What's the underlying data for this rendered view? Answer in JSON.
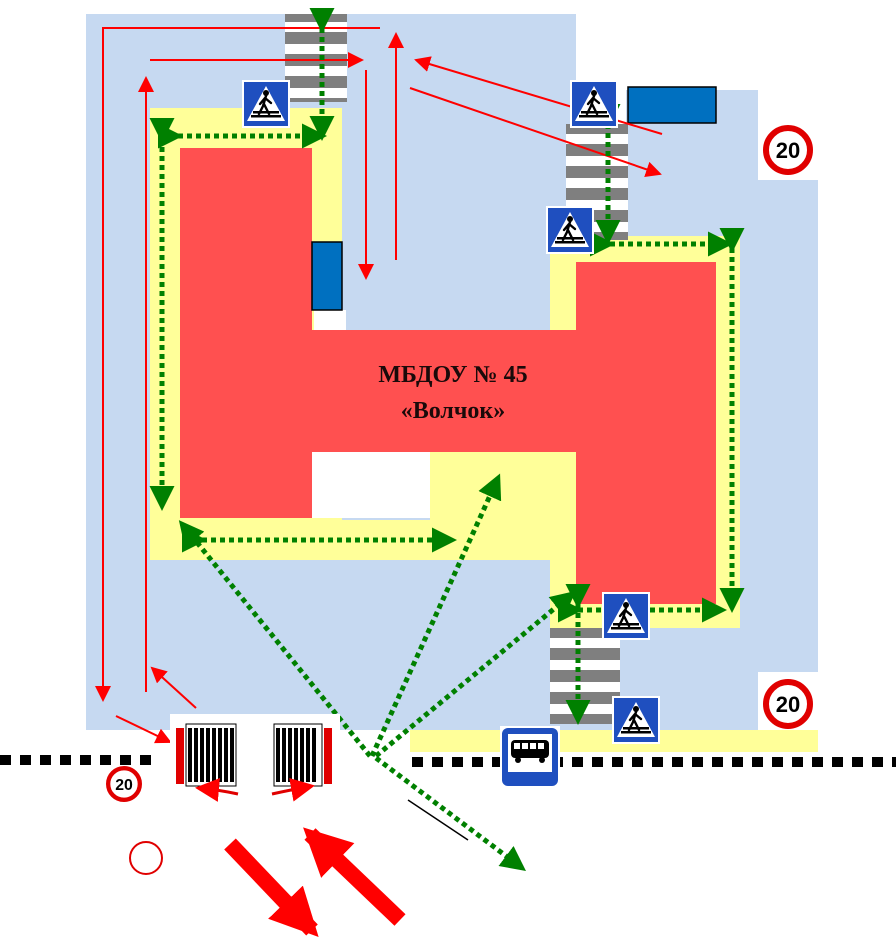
{
  "building": {
    "line1": "МБДОУ № 45",
    "line2": "«Волчок»"
  },
  "signs": {
    "speed_limit": "20"
  },
  "colors": {
    "territory": "#c6d9f1",
    "sidewalk": "#ffff99",
    "building": "#ff5050",
    "vehicle_path": "#ff0000",
    "pedestrian_path": "#008000",
    "parking": "#0070c0",
    "crosswalk_stripe": "#ffffff",
    "crosswalk_base": "#7f7f7f"
  },
  "icons": [
    "pedestrian-crossing-sign-icon",
    "speed-limit-sign-icon",
    "bus-stop-sign-icon",
    "gate-icon",
    "no-entry-circle-icon"
  ]
}
